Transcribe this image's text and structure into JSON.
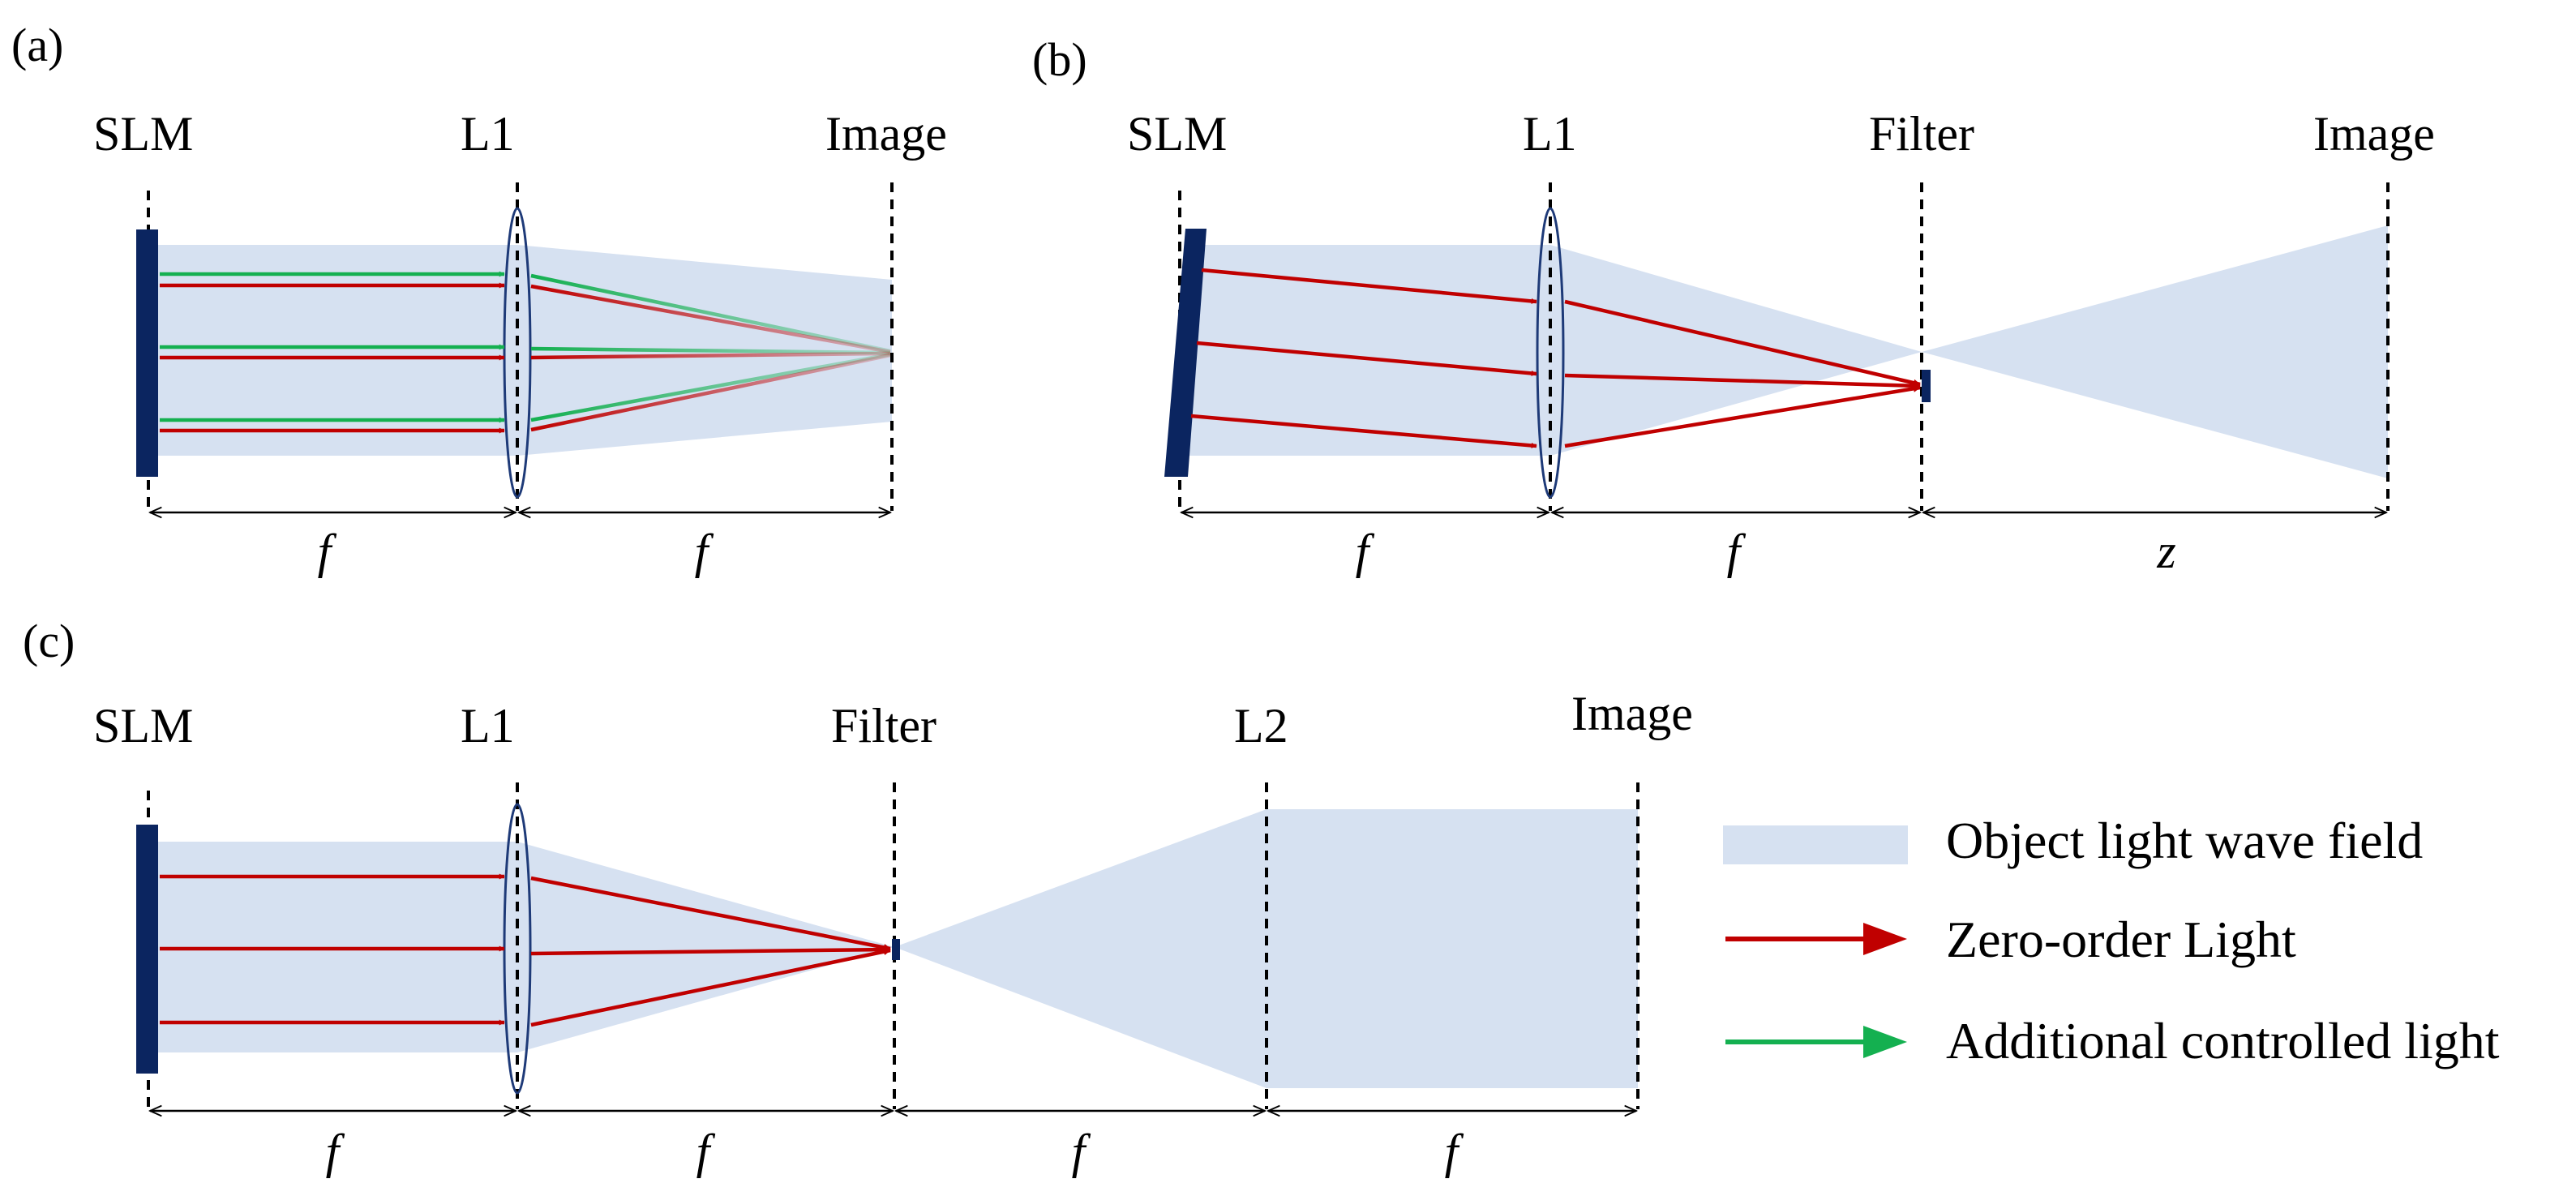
{
  "colors": {
    "field": "#d6e1f1",
    "slm": "#0b2560",
    "lens_stroke": "#1e3a78",
    "zero_order": "#c00000",
    "controlled": "#14b050",
    "line": "#000000"
  },
  "panels": {
    "a": {
      "tag": "(a)",
      "slm": "SLM",
      "lens": "L1",
      "image": "Image",
      "dist1": "f",
      "dist2": "f"
    },
    "b": {
      "tag": "(b)",
      "slm": "SLM",
      "lens": "L1",
      "filter": "Filter",
      "image": "Image",
      "dist1": "f",
      "dist2": "f",
      "dist3": "z"
    },
    "c": {
      "tag": "(c)",
      "slm": "SLM",
      "lens1": "L1",
      "filter": "Filter",
      "lens2": "L2",
      "image": "Image",
      "dist1": "f",
      "dist2": "f",
      "dist3": "f",
      "dist4": "f"
    }
  },
  "legend": {
    "field": "Object light wave field",
    "zero_order": "Zero-order Light",
    "controlled": "Additional controlled light"
  }
}
